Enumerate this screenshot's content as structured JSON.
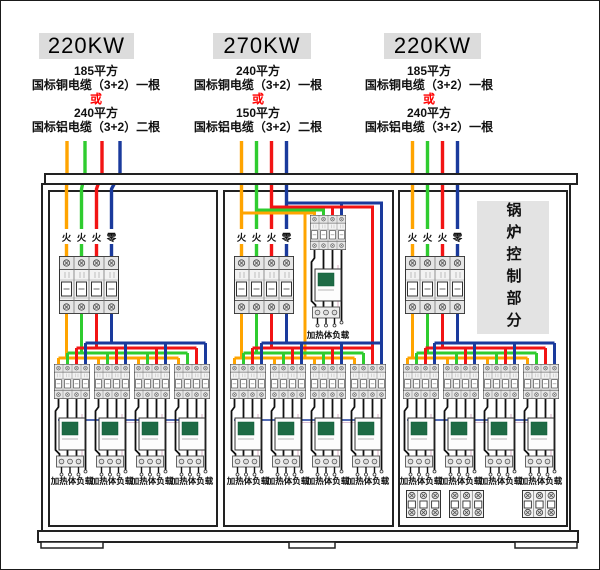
{
  "sections": [
    {
      "power": "220KW",
      "spec_lines": [
        "185平方",
        "国标铜电缆（3+2）一根",
        "或",
        "240平方",
        "国标铝电缆（3+2）二根"
      ]
    },
    {
      "power": "270KW",
      "spec_lines": [
        "240平方",
        "国标铜电缆（3+2）一根",
        "或",
        "150平方",
        "国标铝电缆（3+2）二根"
      ]
    },
    {
      "power": "220KW",
      "spec_lines": [
        "185平方",
        "国标铜电缆（3+2）一根",
        "或",
        "240平方",
        "国标铝电缆（3+2）一根"
      ]
    }
  ],
  "labels": {
    "phase_live": "火",
    "phase_neutral": "零",
    "load": "加热体负载",
    "boiler": "锅炉控制部分"
  },
  "colors": {
    "wire_orange": "#FFA400",
    "wire_green": "#2FCC2F",
    "wire_red": "#F21414",
    "wire_blue": "#1A3A9C",
    "or_red": "#FF0000",
    "header_bg": "#DCDCDC",
    "panel_gray": "#E3E3E3",
    "ssr_green": "#1E6B45"
  }
}
